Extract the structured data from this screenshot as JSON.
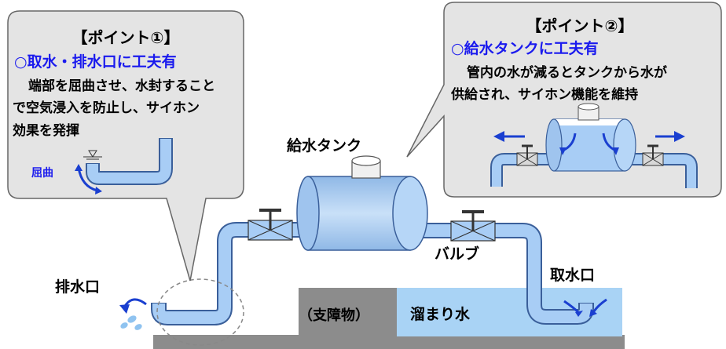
{
  "point1": {
    "heading": "【ポイント①】",
    "subheading": "○取水・排水口に工夫有",
    "body_lines": [
      "端部を屈曲させ、水封すること",
      "で空気浸入を防止し、サイホン",
      "効果を発揮"
    ],
    "bend_label": "屈曲"
  },
  "point2": {
    "heading": "【ポイント②】",
    "subheading": "○給水タンクに工夫有",
    "body_lines": [
      "管内の水が減るとタンクから水が",
      "供給され、サイホン機能を維持"
    ]
  },
  "labels": {
    "tank": "給水タンク",
    "valve": "バルブ",
    "outlet": "排水口",
    "intake": "取水口",
    "obstacle": "（支障物）",
    "pooled_water": "溜まり水"
  },
  "colors": {
    "pipe_fill": "#a8cdf5",
    "pipe_stroke": "#3a5f9a",
    "accent_blue": "#1a1aee",
    "arrow_blue": "#1a3fd0",
    "bubble_fill": "#e4e4e4",
    "ground_gray": "#8c8c8c",
    "water": "#a9d3f5"
  }
}
